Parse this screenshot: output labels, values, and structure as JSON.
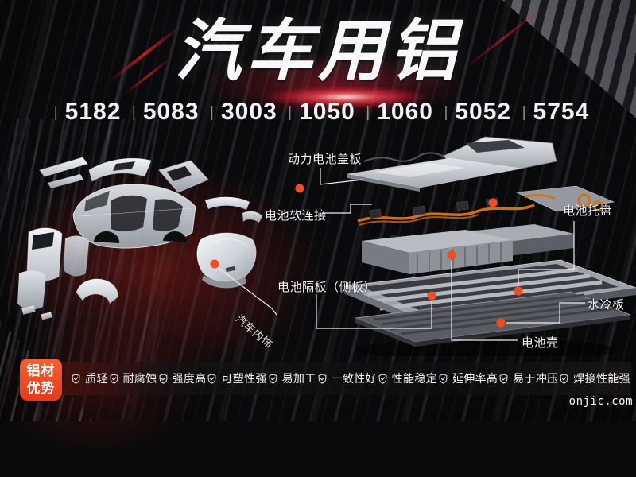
{
  "hero": {
    "title": "汽车用铝",
    "alloy_separator": "|",
    "alloys": [
      "5182",
      "5083",
      "3003",
      "1050",
      "1060",
      "5052",
      "5754"
    ]
  },
  "diagram": {
    "labels": {
      "battery_cover": "动力电池盖板",
      "soft_connector": "电池软连接",
      "battery_tray": "电池托盘",
      "separator_plate": "电池隔板（侧板）",
      "water_cooling_plate": "水冷板",
      "battery_shell": "电池壳",
      "car_interior": "汽车内饰"
    }
  },
  "advantages": {
    "badge": {
      "line1": "铝材",
      "line2": "优势"
    },
    "items": [
      "质轻",
      "耐腐蚀",
      "强度高",
      "可塑性强",
      "易加工",
      "一致性好",
      "性能稳定",
      "延伸率高",
      "易于冲压",
      "焊接性能强"
    ]
  },
  "watermark": "onjic.com",
  "colors": {
    "accent_red": "#e31e2e",
    "dot_orange": "#f04e1c",
    "badge_orange": "#e7391c",
    "metal_silver": "#ccd0d6"
  }
}
